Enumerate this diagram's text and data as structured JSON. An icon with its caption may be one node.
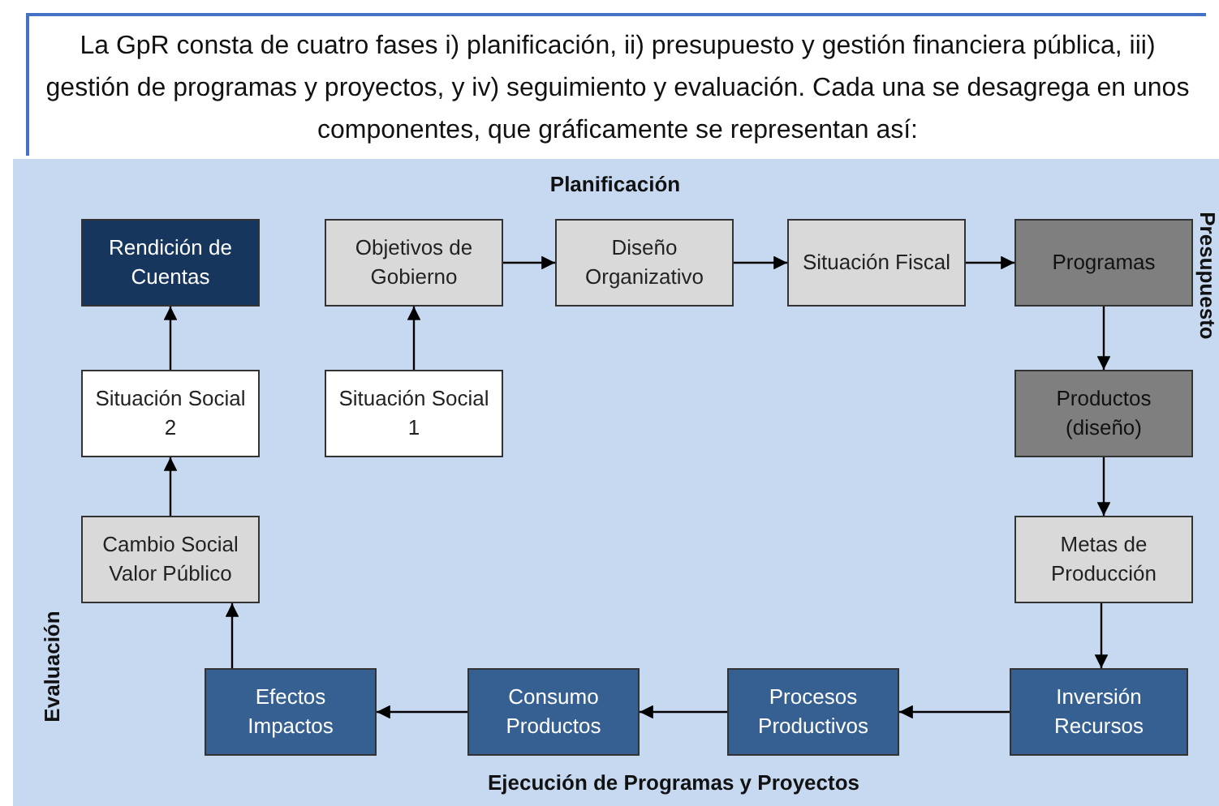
{
  "diagram": {
    "title": "La GpR consta de cuatro fases i) planificación, ii) presupuesto y gestión financiera pública, iii) gestión de programas y proyectos, y iv) seguimiento y evaluación. Cada una se desagrega en unos componentes, que gráficamente se representan así:",
    "nodes": [
      {
        "text": [
          "Rendición de Cuentas"
        ]
      },
      {
        "text": [
          "Objetivos de Gobierno"
        ]
      },
      {
        "text": [
          "Diseño Organizativo"
        ]
      },
      {
        "text": [
          "Situación Fiscal"
        ]
      },
      {
        "text": [
          "Programas"
        ]
      },
      {
        "text": [
          "Situación Social 2"
        ]
      },
      {
        "text": [
          "Situación Social 1"
        ]
      },
      {
        "text": [
          "Productos (diseño)"
        ]
      },
      {
        "text": [
          "Cambio Social Valor Público"
        ]
      },
      {
        "text": [
          "Metas de Producción"
        ]
      },
      {
        "text": [
          "Efectos Impactos"
        ]
      },
      {
        "text": [
          "Consumo Productos"
        ]
      },
      {
        "text": [
          "Procesos Productivos"
        ]
      },
      {
        "text": [
          "Inversión Recursos"
        ]
      }
    ],
    "edges": [
      {
        "from": 1,
        "to": 2,
        "arrow": "to"
      },
      {
        "from": 2,
        "to": 3,
        "arrow": "to"
      },
      {
        "from": 3,
        "to": 4,
        "arrow": "to"
      },
      {
        "from": 4,
        "to": 7,
        "arrow": "to"
      },
      {
        "from": 7,
        "to": 9,
        "arrow": "to"
      },
      {
        "from": 9,
        "to": 13,
        "arrow": "to"
      },
      {
        "from": 13,
        "to": 12,
        "arrow": "to"
      },
      {
        "from": 12,
        "to": 11,
        "arrow": "to"
      },
      {
        "from": 11,
        "to": 10,
        "arrow": "to"
      },
      {
        "from": 10,
        "to": 8,
        "arrow": "to"
      },
      {
        "from": 8,
        "to": 5,
        "arrow": "to"
      },
      {
        "from": 5,
        "to": 0,
        "arrow": "to"
      },
      {
        "from": 6,
        "to": 1,
        "arrow": "to"
      }
    ],
    "labels": [
      "Planificación",
      "Presupuesto",
      "Evaluación",
      "Ejecución de Programas y Proyectos"
    ]
  }
}
